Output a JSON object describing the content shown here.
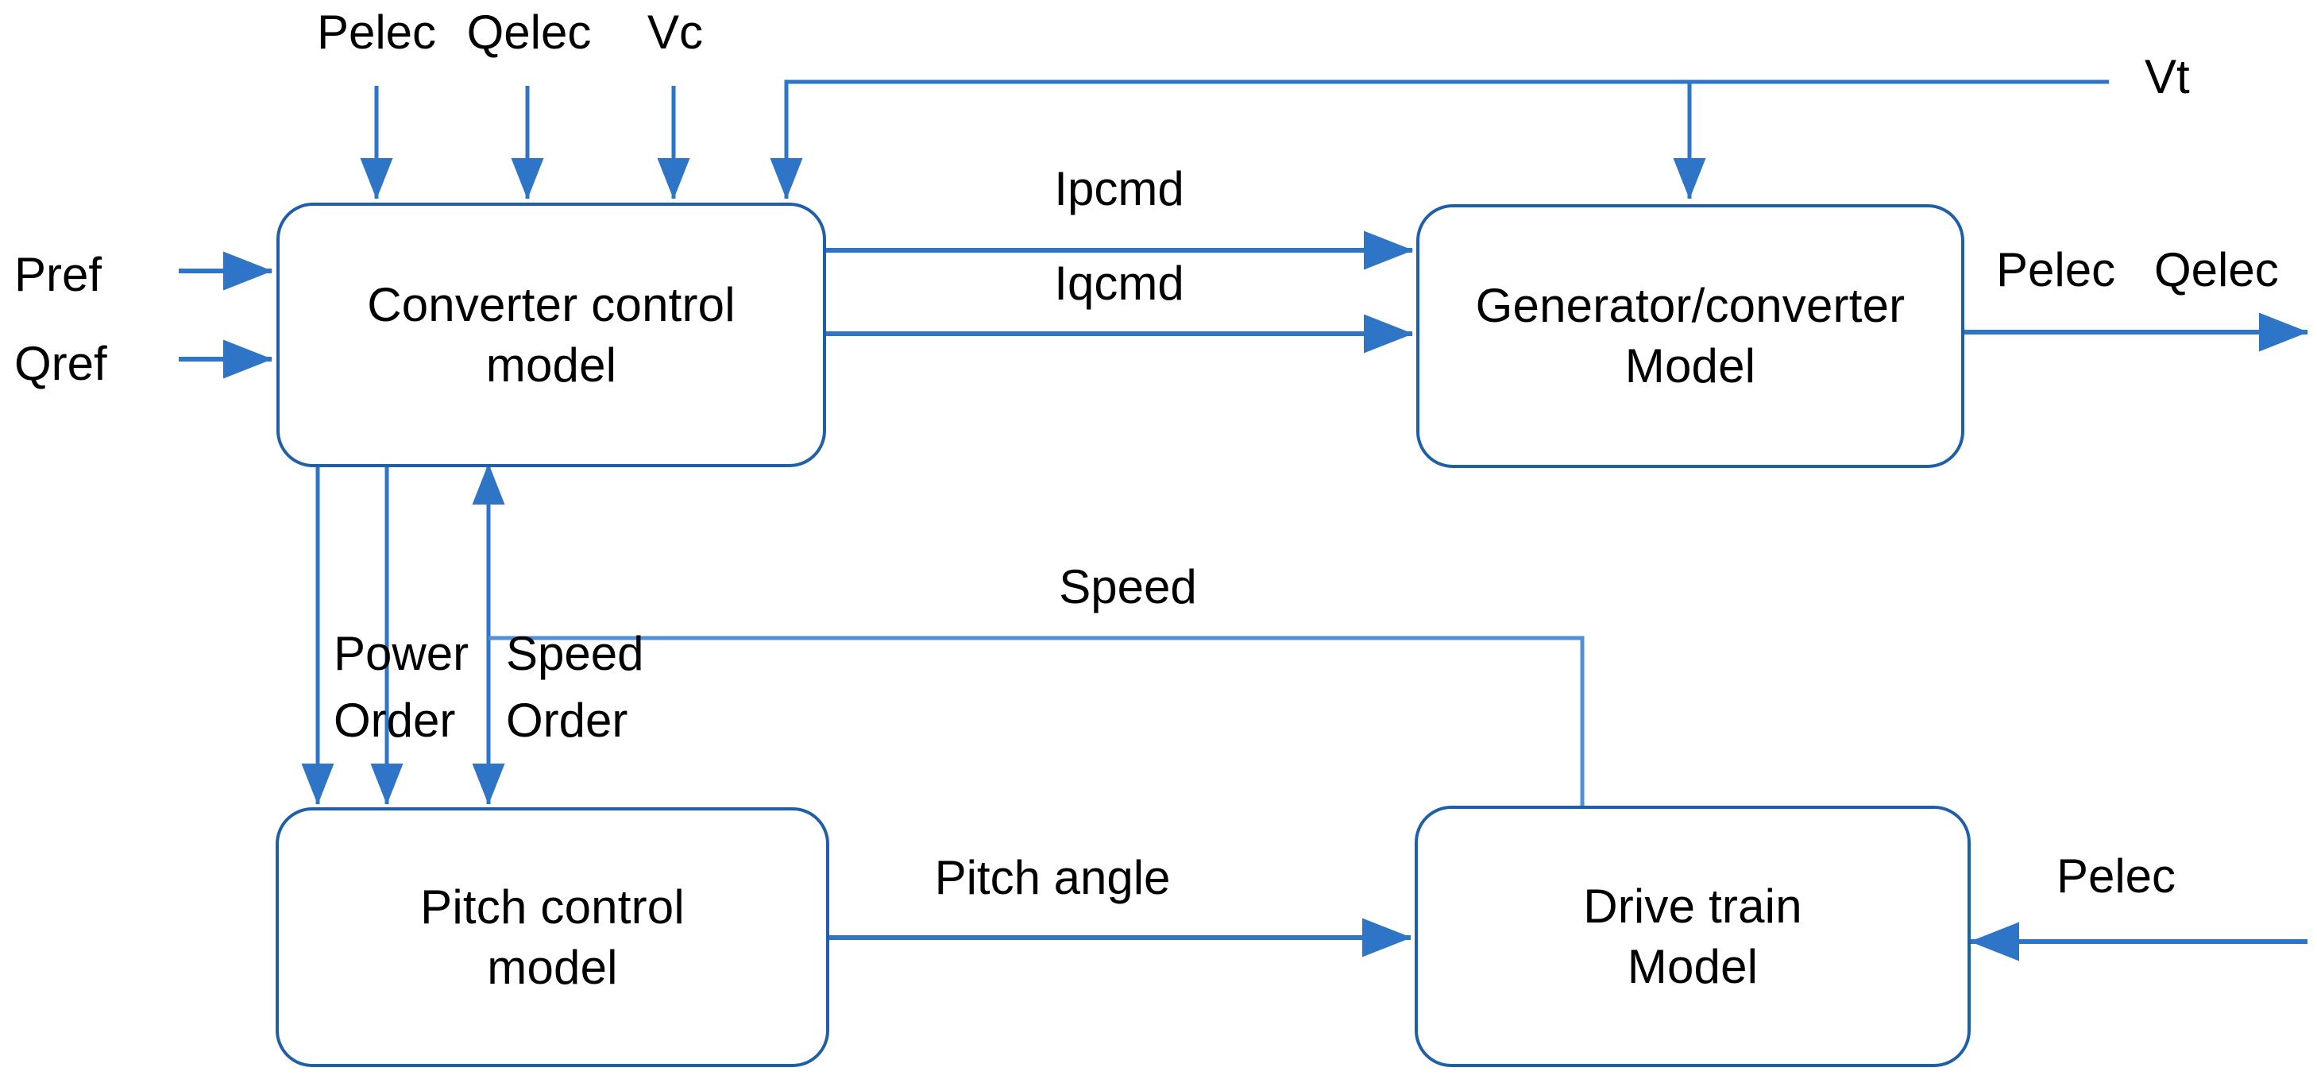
{
  "diagram": {
    "title": "Wind turbine generator model block diagram",
    "colors": {
      "wire_dark": "#1F5FA9",
      "wire_light": "#4F90D8",
      "box_border": "#1F5FA9",
      "text": "#000000",
      "background": "#FFFFFF"
    },
    "blocks": [
      {
        "id": "converter",
        "line1": "Converter control",
        "line2": "model"
      },
      {
        "id": "generator",
        "line1": "Generator/converter",
        "line2": "Model"
      },
      {
        "id": "pitch",
        "line1": "Pitch control",
        "line2": "model"
      },
      {
        "id": "drivetrain",
        "line1": "Drive train",
        "line2": "Model"
      }
    ],
    "signals": {
      "top_pelec": "Pelec",
      "top_qelec": "Qelec",
      "top_vc": "Vc",
      "vt": "Vt",
      "pref": "Pref",
      "qref": "Qref",
      "ipcmd": "Ipcmd",
      "iqcmd": "Iqcmd",
      "out_pelec": "Pelec",
      "out_qelec": "Qelec",
      "power_order_l1": "Power",
      "power_order_l2": "Order",
      "speed_order_l1": "Speed",
      "speed_order_l2": "Order",
      "speed": "Speed",
      "pitch_angle": "Pitch angle",
      "drivetrain_pelec": "Pelec"
    }
  }
}
